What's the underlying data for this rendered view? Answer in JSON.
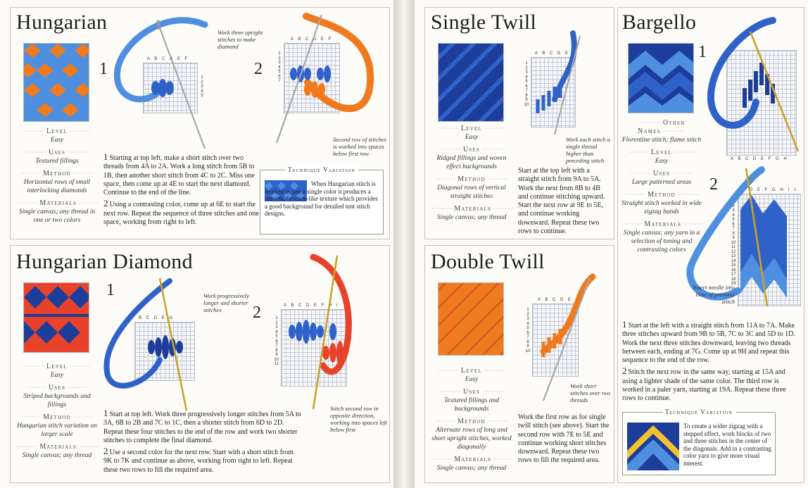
{
  "colors": {
    "blue": "#2f62c9",
    "light_blue": "#4f8fe0",
    "navy": "#1d3d9a",
    "orange": "#f07a1e",
    "red": "#e8432a",
    "yellow": "#f2c230",
    "needle": "#a8a8a8"
  },
  "left_page": {
    "hungarian": {
      "title": "Hungarian",
      "level_label": "Level",
      "level": "Easy",
      "uses_label": "Uses",
      "uses": "Textured fillings",
      "method_label": "Method",
      "method": "Horizontal rows of small interlocking diamonds",
      "materials_label": "Materials",
      "materials": "Single canvas; any thread in one or two colors",
      "step1": "1",
      "step2": "2",
      "grid_letters": "A B C D E F",
      "grid_numbers": [
        "1",
        "2",
        "3",
        "4",
        "5"
      ],
      "grid_numbers2": [
        "1",
        "2",
        "3",
        "4",
        "5",
        "6",
        "7"
      ],
      "note1": "Work three upright stitches to make diamond",
      "note2": "Second row of stitches is worked into spaces below first row",
      "para1_num": "1",
      "para1": "Starting at top left, make a short stitch over two threads from 4A to 2A. Work a long stitch from 5B to 1B, then another short stitch from 4C to 2C. Miss one space, then come up at 4E to start the next diamond. Continue to the end of the line.",
      "para2_num": "2",
      "para2": "Using a contrasting color, come up at 6E to start the next row. Repeat the sequence of three stitches and one space, working from right to left.",
      "tech_label": "Technique Variation",
      "tech_text": "When Hungarian stitch is worked in just a single color it produces a smooth, brocade-like texture which provides a good background for detailed tent stitch designs."
    },
    "hungarian_diamond": {
      "title": "Hungarian Diamond",
      "level_label": "Level",
      "level": "Easy",
      "uses_label": "Uses",
      "uses": "Striped backgrounds and fillings",
      "method_label": "Method",
      "method": "Hungarian stitch variation on larger scale",
      "materials_label": "Materials",
      "materials": "Single canvas; any thread",
      "step1": "1",
      "step2": "2",
      "grid_letters": "B C D E G",
      "grid_letters2": "A B C D E F H I",
      "grid_numbers": [
        "1",
        "2",
        "3",
        "4",
        "5",
        "6",
        "7",
        "8",
        "9",
        "10",
        "11"
      ],
      "note1": "Work progressively longer and shorter stitches",
      "note2": "Stitch second row in opposite direction, working into spaces left below first",
      "para1_num": "1",
      "para1": "Start at top left. Work three progressively longer stitches from 5A to 3A, 6B to 2B and 7C to 1C, then a shorter stitch from 6D to 2D. Repeat these four stitches to the end of the row and work two shorter stitches to complete the final diamond.",
      "para2_num": "2",
      "para2": "Use a second color for the next row. Start with a short stitch from 9K to 7K and continue as above, working from right to left. Repeat these two rows to fill the required area."
    }
  },
  "right_page": {
    "single_twill": {
      "title": "Single Twill",
      "level_label": "Level",
      "level": "Easy",
      "uses_label": "Uses",
      "uses": "Ridged fillings and woven effect backgrounds",
      "method_label": "Method",
      "method": "Diagonal rows of vertical straight stitches",
      "materials_label": "Materials",
      "materials": "Single canvas; any thread",
      "grid_letters": "A B C D E",
      "grid_numbers": [
        "1",
        "2",
        "3",
        "4",
        "5",
        "6",
        "7",
        "8",
        "9",
        "10"
      ],
      "note": "Work each stitch a single thread higher than preceding stitch",
      "para": "Start at the top left with a straight stitch from 9A to 5A. Work the next from 8B to 4B and continue stitching upward. Start the next row at 9E to 5E, and continue working downward. Repeat these two rows to continue."
    },
    "double_twill": {
      "title": "Double Twill",
      "level_label": "Level",
      "level": "Easy",
      "uses_label": "Uses",
      "uses": "Textured fillings and backgrounds",
      "method_label": "Method",
      "method": "Alternate rows of long and short upright stitches, worked diagonally",
      "materials_label": "Materials",
      "materials": "Single canvas; any thread",
      "grid_letters": "A B C D E",
      "grid_numbers": [
        "1",
        "2",
        "3",
        "4",
        "5",
        "6",
        "7",
        "8",
        "9",
        "10"
      ],
      "note": "Work short stitches over two threads",
      "para": "Work the first row as for single twill stitch (see above). Start the second row with 7E to 5E and continue working short stitches downward. Repeat these two rows to fill the required area."
    },
    "bargello": {
      "title": "Bargello",
      "other_label": "Other Names",
      "other": "Florentine stitch; flame stitch",
      "level_label": "Level",
      "level": "Easy",
      "uses_label": "Uses",
      "uses": "Large patterned areas",
      "method_label": "Method",
      "method": "Straight stitch worked in wide zigzag bands",
      "materials_label": "Materials",
      "materials": "Single canvas; any yarn in a selection of toning and contrasting colors",
      "step1": "1",
      "step2": "2",
      "grid_letters": "A B C D E F G H",
      "grid_letters2": "C D E F G H I J",
      "grid_numbers": [
        "1",
        "2",
        "3",
        "4",
        "5",
        "6",
        "7",
        "8",
        "9",
        "10",
        "11",
        "12",
        "13",
        "14",
        "15",
        "16",
        "17",
        "18",
        "19"
      ],
      "note": "Insert needle into base of previous stitch",
      "para1_num": "1",
      "para1": "Start at the left with a straight stitch from 11A to 7A. Make three stitches upward from 9B to 5B, 7C to 3C and 5D to 1D. Work the next three stitches downward, leaving two threads between each, ending at 7G. Come up at 9H and repeat this sequence to the end of the row.",
      "para2_num": "2",
      "para2": "Stitch the next row in the same way, starting at 15A and using a lighter shade of the same color. The third row is worked in a paler yarn, starting at 19A. Repeat these three rows to continue.",
      "tech_label": "Technique Variation",
      "tech_text": "To create a wider zigzag with a stepped effect, work blocks of two and three stitches in the center of the diagonals. Add in a contrasting color yarn to give more visual interest."
    }
  }
}
